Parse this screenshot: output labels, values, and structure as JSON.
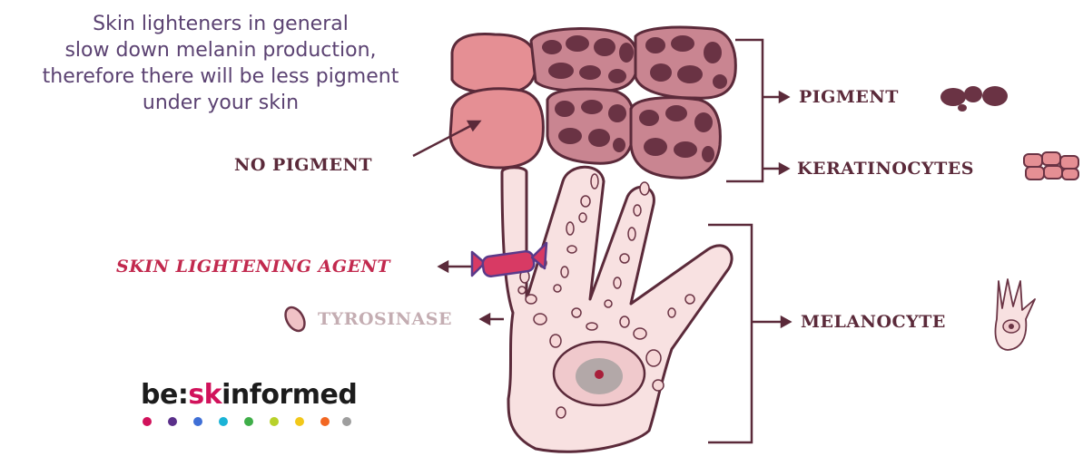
{
  "intro": {
    "lines": [
      "Skin lighteners in general",
      "slow down melanin production,",
      "therefore there will be less pigment",
      "under your skin"
    ]
  },
  "labels": {
    "no_pigment": "NO PIGMENT",
    "pigment": "PIGMENT",
    "keratinocytes": "KERATINOCYTES",
    "skin_lightening_agent": "SKIN LIGHTENING AGENT",
    "tyrosinase": "TYROSINASE",
    "melanocyte": "MELANOCYTE"
  },
  "brand": {
    "part1": "be:",
    "part2": "sk",
    "part3": "informed",
    "dots": [
      "#d1125b",
      "#5a2f8a",
      "#3f6fd6",
      "#1ab3d6",
      "#3fae49",
      "#b8d12a",
      "#f2c81a",
      "#f26722",
      "#9e9e9e"
    ]
  },
  "colors": {
    "outline": "#5b2a3a",
    "cell_no_pigment": "#e58f94",
    "cell_pigmented": "#c98591",
    "pigment_dark": "#6a3344",
    "melanocyte_fill": "#f8e1e1",
    "agent": "#d83a64",
    "agent_outline": "#5a3a8a",
    "tyrosinase": "#f0c2c6"
  }
}
